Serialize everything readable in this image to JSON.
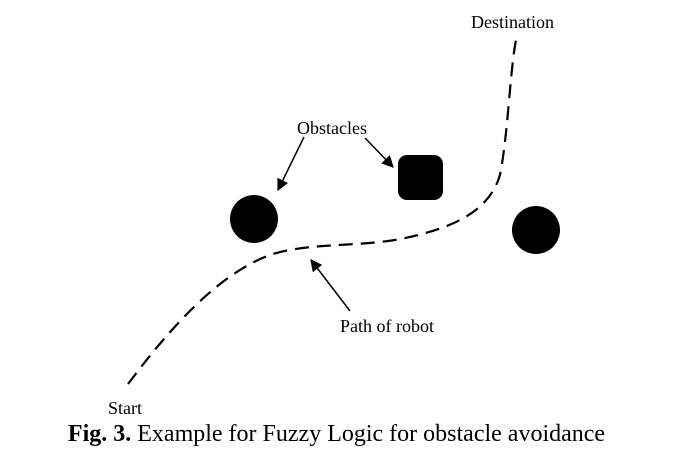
{
  "diagram": {
    "labels": {
      "destination": "Destination",
      "obstacles": "Obstacles",
      "path": "Path of robot",
      "start": "Start"
    },
    "caption": {
      "figure_label": "Fig. 3.",
      "text": "Example for Fuzzy Logic for obstacle avoidance"
    },
    "obstacles": [
      {
        "shape": "circle"
      },
      {
        "shape": "rounded-square"
      },
      {
        "shape": "circle"
      }
    ],
    "colors": {
      "ink": "#000000",
      "background": "#ffffff"
    }
  }
}
